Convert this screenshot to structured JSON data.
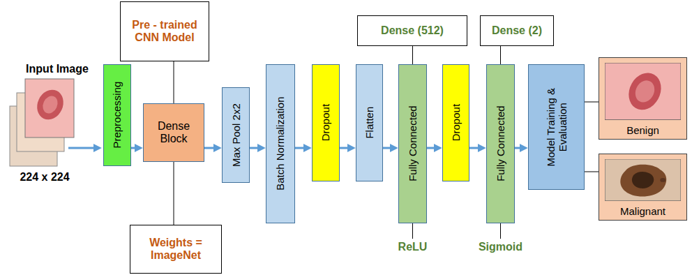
{
  "diagram": {
    "nodes": [
      {
        "text": [
          "Preprocessing"
        ]
      },
      {
        "text": [
          "Pre - trained CNN Model"
        ]
      },
      {
        "text": [
          "Dense Block"
        ]
      },
      {
        "text": [
          "Weights = ImageNet"
        ]
      },
      {
        "text": [
          "Max Pool 2x2"
        ]
      },
      {
        "text": [
          "Batch Normalization"
        ]
      },
      {
        "text": [
          "Dropout"
        ]
      },
      {
        "text": [
          "Flatten"
        ]
      },
      {
        "text": [
          "Dense (512)"
        ]
      },
      {
        "text": [
          "Fully Connected"
        ]
      },
      {
        "text": [
          "Dropout"
        ]
      },
      {
        "text": [
          "Dense (2)"
        ]
      },
      {
        "text": [
          "Fully Connected"
        ]
      },
      {
        "text": [
          "Model Training & Evaluation"
        ]
      },
      {
        "text": [
          "Benign"
        ]
      },
      {
        "text": [
          "Malignant"
        ]
      }
    ],
    "edges": [
      {
        "from": 0,
        "to": 2,
        "arrow": "to"
      },
      {
        "from": 1,
        "to": 2,
        "arrow": "none"
      },
      {
        "from": 2,
        "to": 3,
        "arrow": "none"
      },
      {
        "from": 2,
        "to": 4,
        "arrow": "to"
      },
      {
        "from": 4,
        "to": 5,
        "arrow": "to"
      },
      {
        "from": 5,
        "to": 6,
        "arrow": "to"
      },
      {
        "from": 6,
        "to": 7,
        "arrow": "to"
      },
      {
        "from": 8,
        "to": 9,
        "arrow": "none"
      },
      {
        "from": 7,
        "to": 9,
        "arrow": "to"
      },
      {
        "from": 9,
        "to": 10,
        "arrow": "to"
      },
      {
        "from": 11,
        "to": 12,
        "arrow": "none"
      },
      {
        "from": 10,
        "to": 12,
        "arrow": "to"
      },
      {
        "from": 12,
        "to": 13,
        "arrow": "to"
      },
      {
        "from": 13,
        "to": 14,
        "arrow": "none"
      },
      {
        "from": 13,
        "to": 15,
        "arrow": "none"
      }
    ],
    "labels": [
      "Input Image",
      "224 x 224",
      "ReLU",
      "Sigmoid"
    ]
  }
}
